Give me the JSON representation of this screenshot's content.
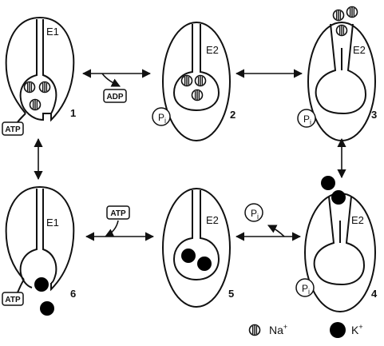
{
  "states": [
    {
      "number": "1",
      "conformation": "E1"
    },
    {
      "number": "2",
      "conformation": "E2"
    },
    {
      "number": "3",
      "conformation": "E2"
    },
    {
      "number": "4",
      "conformation": "E2"
    },
    {
      "number": "5",
      "conformation": "E2"
    },
    {
      "number": "6",
      "conformation": "E1"
    }
  ],
  "labels": {
    "atp": "ATP",
    "adp": "ADP",
    "pi_main": "P",
    "pi_sub": "i"
  },
  "legend": {
    "na": "Na",
    "na_sup": "+",
    "k": "K",
    "k_sup": "+"
  },
  "colors": {
    "line": "#111111",
    "ion_k": "#000000",
    "background": "#ffffff"
  }
}
